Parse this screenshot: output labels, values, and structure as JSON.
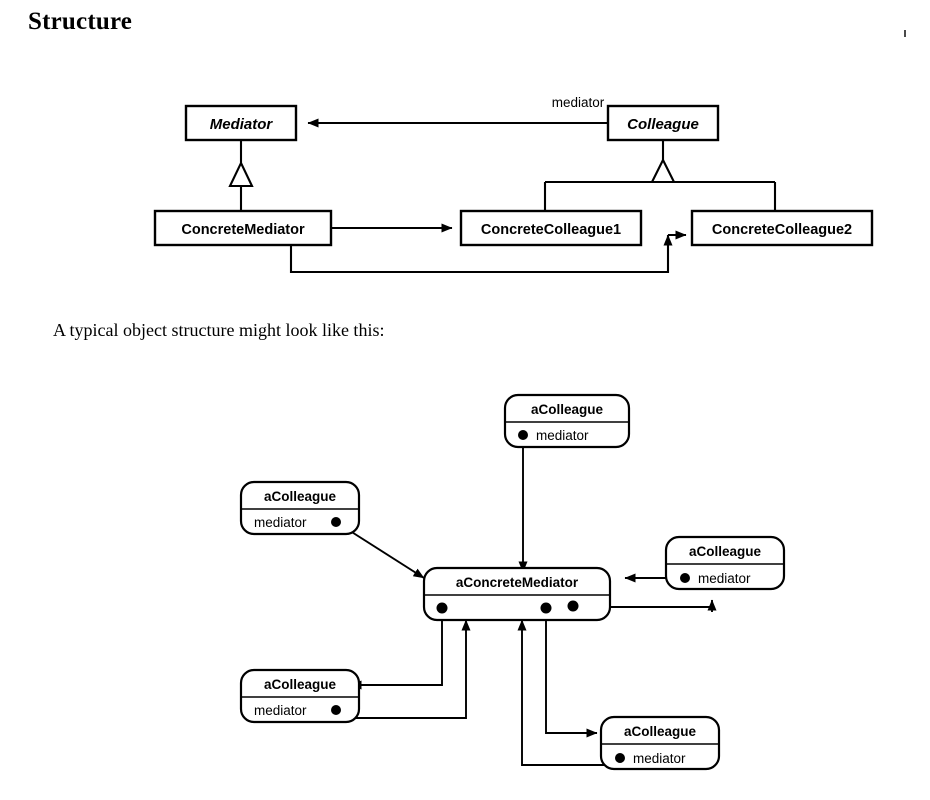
{
  "page": {
    "title": "Structure",
    "caption": "A typical object structure might look like this:"
  },
  "class_diagram": {
    "name": "mediator-pattern-class-diagram",
    "edge_labels": {
      "mediator": "mediator"
    },
    "classes": [
      {
        "id": "mediator",
        "label": "Mediator",
        "abstract": true
      },
      {
        "id": "colleague",
        "label": "Colleague",
        "abstract": true
      },
      {
        "id": "concrete-mediator",
        "label": "ConcreteMediator",
        "abstract": false
      },
      {
        "id": "concrete-colleague-1",
        "label": "ConcreteColleague1",
        "abstract": false
      },
      {
        "id": "concrete-colleague-2",
        "label": "ConcreteColleague2",
        "abstract": false
      }
    ]
  },
  "object_diagram": {
    "name": "mediator-pattern-object-diagram",
    "attribute_label": "mediator",
    "objects": [
      {
        "id": "colleague-top",
        "label": "aColleague",
        "attribute": "mediator",
        "dot": "left"
      },
      {
        "id": "colleague-left",
        "label": "aColleague",
        "attribute": "mediator",
        "dot": "right"
      },
      {
        "id": "concrete-mediator",
        "label": "aConcreteMediator",
        "attribute": "",
        "dot": "none"
      },
      {
        "id": "colleague-right",
        "label": "aColleague",
        "attribute": "mediator",
        "dot": "left"
      },
      {
        "id": "colleague-bottom-left",
        "label": "aColleague",
        "attribute": "mediator",
        "dot": "right"
      },
      {
        "id": "colleague-bottom-right",
        "label": "aColleague",
        "attribute": "mediator",
        "dot": "left"
      }
    ]
  }
}
